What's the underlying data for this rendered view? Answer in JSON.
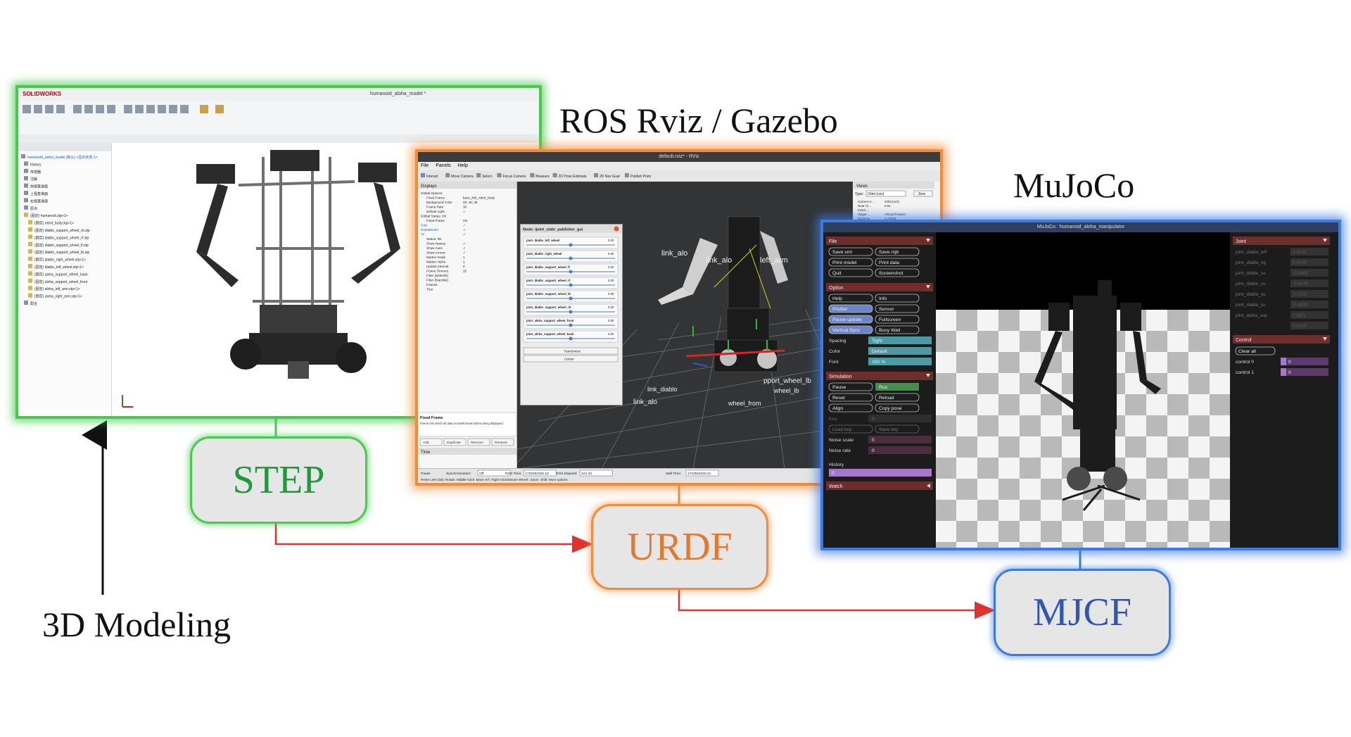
{
  "captions": {
    "ros": "ROS Rviz / Gazebo",
    "mujoco": "MuJoCo",
    "modeling": "3D Modeling"
  },
  "formats": {
    "step": "STEP",
    "urdf": "URDF",
    "mjcf": "MJCF"
  },
  "colors": {
    "green": "#49c94d",
    "orange": "#f28c3a",
    "blue": "#3d7be3",
    "arrow_red": "#e0332f",
    "step_text": "#1f9a3a",
    "urdf_text": "#e27a2e",
    "mjcf_text": "#2f55b5"
  },
  "solidworks": {
    "app": "SOLIDWORKS",
    "title": "humanoid_aloha_model *",
    "tree": [
      "humanoid_aloha_model (默认) <显示状态-1>",
      "History",
      "传感器",
      "注解",
      "前视基准面",
      "上视基准面",
      "右视基准面",
      "原点",
      "(固定) humanoid.stp<1>",
      "(固定) robot_body.stp<1>",
      "(固定) diablo_support_wheel_rb.stp",
      "(固定) diablo_support_wheel_rf.stp",
      "(固定) diablo_support_wheel_lf.stp",
      "(固定) diablo_support_wheel_lb.stp",
      "(固定) diablo_right_wheel.stp<1>",
      "(固定) diablo_left_wheel.stp<1>",
      "(固定) aloha_support_wheel_back",
      "(固定) aloha_support_wheel_front",
      "(固定) aloha_left_arm.stp<1>",
      "(固定) aloha_right_arm.stp<1>",
      "配合"
    ]
  },
  "rviz": {
    "title": "default.rviz* - RViz",
    "menu": [
      "File",
      "Panels",
      "Help"
    ],
    "tools": [
      "Interact",
      "Move Camera",
      "Select",
      "Focus Camera",
      "Measure",
      "2D Pose Estimate",
      "2D Nav Goal",
      "Publish Point"
    ],
    "displays_header": "Displays",
    "displays": [
      {
        "label": "Global Options",
        "value": ""
      },
      {
        "label": "Fixed Frame",
        "value": "base_link_robot_body"
      },
      {
        "label": "Background Color",
        "value": "48; 48; 48"
      },
      {
        "label": "Frame Rate",
        "value": "30"
      },
      {
        "label": "Default Light",
        "value": "✓"
      },
      {
        "label": "Global Status: Ok",
        "value": ""
      },
      {
        "label": "Fixed Frame",
        "value": "OK"
      },
      {
        "label": "Grid",
        "value": "✓"
      },
      {
        "label": "RobotModel",
        "value": "✓"
      },
      {
        "label": "TF",
        "value": "✓"
      },
      {
        "label": "Status: Ok",
        "value": ""
      },
      {
        "label": "Show Names",
        "value": "✓"
      },
      {
        "label": "Show Axes",
        "value": "✓"
      },
      {
        "label": "Show Arrows",
        "value": "✓"
      },
      {
        "label": "Marker Scale",
        "value": "1"
      },
      {
        "label": "Marker Alpha",
        "value": "1"
      },
      {
        "label": "Update Interval",
        "value": "0"
      },
      {
        "label": "Frame Timeout",
        "value": "15"
      },
      {
        "label": "Filter (whitelist)",
        "value": ""
      },
      {
        "label": "Filter (blacklist)",
        "value": ""
      },
      {
        "label": "Frames",
        "value": ""
      },
      {
        "label": "Tree",
        "value": ""
      }
    ],
    "fixed_frame_title": "Fixed Frame",
    "fixed_frame_desc": "Frame into which all data is transformed before being displayed.",
    "left_buttons": [
      "Add",
      "Duplicate",
      "Remove",
      "Rename"
    ],
    "jsp_title": "Node: /joint_state_publisher_gui",
    "jsp_joints": [
      {
        "name": "joint_diablo_left_wheel",
        "value": "0.00"
      },
      {
        "name": "joint_diablo_right_wheel",
        "value": "0.00"
      },
      {
        "name": "joint_diablo_support_wheel_lf",
        "value": "0.00"
      },
      {
        "name": "joint_diablo_support_wheel_rf",
        "value": "0.00"
      },
      {
        "name": "joint_diablo_support_wheel_lb",
        "value": "0.00"
      },
      {
        "name": "joint_diablo_support_wheel_rb",
        "value": "0.00"
      },
      {
        "name": "joint_aloha_support_wheel_front",
        "value": "0.00"
      },
      {
        "name": "joint_aloha_support_wheel_back",
        "value": "0.00"
      }
    ],
    "jsp_buttons": [
      "Randomize",
      "Center"
    ],
    "scene_labels": [
      "link_alo",
      "link_alo",
      "left_arm",
      "link_diablo",
      "link_alo",
      "pport_wheel_lb",
      "wheel_lb",
      "wheel_from"
    ],
    "views_header": "Views",
    "views_type_label": "Type:",
    "views_type": "Orbit (rviz)",
    "views_zero": "Zero",
    "views_rows": [
      {
        "label": "Current V...",
        "value": "Orbit (rviz)"
      },
      {
        "label": "Near Cl...",
        "value": "0.01"
      },
      {
        "label": "Invert ...",
        "value": ""
      },
      {
        "label": "Target ...",
        "value": "<Fixed Frame>"
      },
      {
        "label": "Distance",
        "value": "2.73008"
      }
    ],
    "time_header": "Time",
    "status_items": [
      {
        "label": "Pause",
        "value": ""
      },
      {
        "label": "Synchronization:",
        "value": "Off"
      },
      {
        "label": "ROS Time:",
        "value": "1722551020.18"
      },
      {
        "label": "ROS Elapsed:",
        "value": "161.34"
      },
      {
        "label": "Wall Time:",
        "value": "1722551020.21"
      }
    ],
    "hint": "Reset  Left-Click: Rotate. Middle-Click: Move X/Y. Right-Click/Mouse Wheel:: Zoom. Shift: More options."
  },
  "mujoco": {
    "title": "MuJoCo : humanoid_aloha_manipulator",
    "sections": {
      "file": "File",
      "option": "Option",
      "simulation": "Simulation",
      "history": "History",
      "watch": "Watch",
      "joint": "Joint",
      "control": "Control"
    },
    "file_buttons": [
      "Save xml",
      "Save mjb",
      "Print model",
      "Print data",
      "Quit",
      "Screenshot"
    ],
    "option_buttons": [
      "Help",
      "Info",
      "Profiler",
      "Sensor",
      "Pause update",
      "Fullscreen",
      "Vertical Sync",
      "Busy Wait"
    ],
    "option_fields": [
      {
        "label": "Spacing",
        "value": "Tight"
      },
      {
        "label": "Color",
        "value": "Default"
      },
      {
        "label": "Font",
        "value": "150 %"
      }
    ],
    "sim_buttons": [
      "Pause",
      "Run",
      "Reset",
      "Reload",
      "Align",
      "Copy pose"
    ],
    "sim_fields": [
      {
        "label": "Key",
        "value": "0"
      },
      {
        "label": "Load key",
        "value": "Save key"
      },
      {
        "label": "Noise scale",
        "value": "0"
      },
      {
        "label": "Noise rate",
        "value": "0"
      }
    ],
    "history_value": "0",
    "joints": [
      {
        "name": "joint_diablo_left",
        "value": "0.0000"
      },
      {
        "name": "joint_diablo_rig",
        "value": "0.0000"
      },
      {
        "name": "joint_diablo_su",
        "value": "-0.5463"
      },
      {
        "name": "joint_diablo_su",
        "value": "-0.3639"
      },
      {
        "name": "joint_diablo_su",
        "value": "-0.2047"
      },
      {
        "name": "joint_diablo_su",
        "value": "-0.8831"
      },
      {
        "name": "joint_aloha_sup",
        "value": "0.9811"
      },
      {
        "name": "",
        "value": "0.0000"
      }
    ],
    "clear_all": "Clear all",
    "controls": [
      {
        "name": "control 0",
        "value": "0"
      },
      {
        "name": "control 1",
        "value": "0"
      }
    ]
  }
}
